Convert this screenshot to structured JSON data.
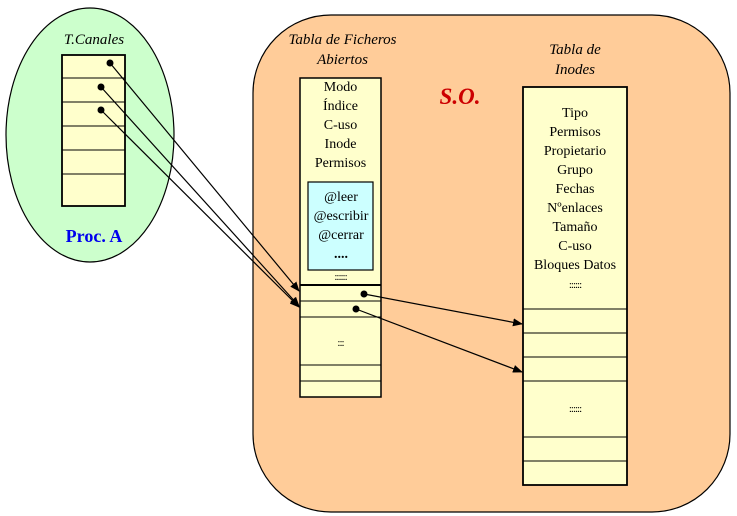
{
  "process": {
    "table_title": "T.Canales",
    "label": "Proc. A",
    "label_color": "#0000ee",
    "fill_color": "#ccffcc",
    "row_count": 6
  },
  "os": {
    "label": "S.O.",
    "label_color": "#cc0000",
    "fill_color": "#ffcc99"
  },
  "open_files_table": {
    "title_line1": "Tabla de Ficheros",
    "title_line2": "Abiertos",
    "fields": [
      "Modo",
      "Índice",
      "C-uso",
      "Inode",
      "Permisos"
    ],
    "operations": [
      "@leer",
      "@escribir",
      "@cerrar",
      "...."
    ],
    "operations_fill": "#ccffff",
    "separator_dots": "::::::",
    "middle_dots": ":::",
    "fill_color": "#ffffcc"
  },
  "inodes_table": {
    "title_line1": "Tabla de",
    "title_line2": "Inodes",
    "fields": [
      "Tipo",
      "Permisos",
      "Propietario",
      "Grupo",
      "Fechas",
      "Nºenlaces",
      "Tamaño",
      "C-uso",
      "Bloques Datos"
    ],
    "separator_dots": "::::::",
    "middle_dots": "::::::",
    "fill_color": "#ffffcc"
  }
}
